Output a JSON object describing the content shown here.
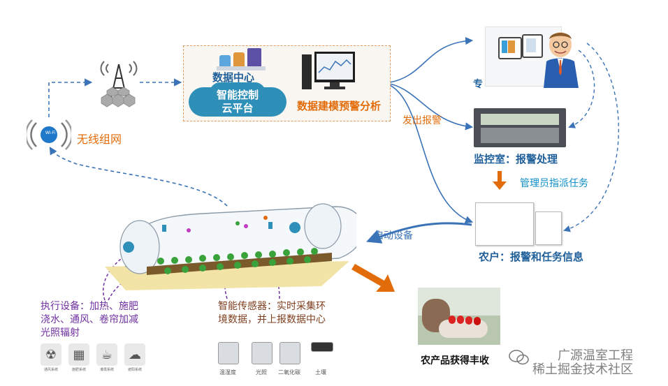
{
  "labels": {
    "wireless_network": "无线组网",
    "data_center": "数据中心",
    "cloud_platform": "智能控制\n云平台",
    "modeling": "数据建模预警分析",
    "send_alarm": "发出报警",
    "expert": "专",
    "monitoring_room": "监控室：报警处理",
    "admin_assign": "管理员指派任务",
    "farmer_info": "农户：报警和任务信息",
    "start_device": "启动设备",
    "actuators": "执行设备：加热、施肥\n浇水、通风、卷帘加减\n光照辐射",
    "sensors": "智能传感器：实时采集环\n境数据，并上报数据中心",
    "harvest": "农产品获得丰收",
    "watermark": "广源温室工程\n稀土掘金技术社区",
    "wifi_badge": "Wi-Fi"
  },
  "actuator_icons": [
    {
      "name": "heating-icon",
      "caption": "通风系统"
    },
    {
      "name": "fertilizer-icon",
      "caption": "施肥系统"
    },
    {
      "name": "watering-icon",
      "caption": "灌溉系统"
    },
    {
      "name": "cloud-light-icon",
      "caption": "遮阳系统"
    }
  ],
  "sensor_devices": [
    {
      "name": "humidity-sensor",
      "caption": "温湿度"
    },
    {
      "name": "light-sensor",
      "caption": "光照"
    },
    {
      "name": "co2-sensor",
      "caption": "二氧化碳"
    },
    {
      "name": "soil-sensor",
      "caption": "土壤"
    }
  ],
  "colors": {
    "accent_orange": "#e36c0a",
    "accent_blue": "#1f5f9a",
    "cloud_blue": "#2e8fb8",
    "purple": "#7030a0",
    "arrow_blue": "#3a73b7"
  }
}
